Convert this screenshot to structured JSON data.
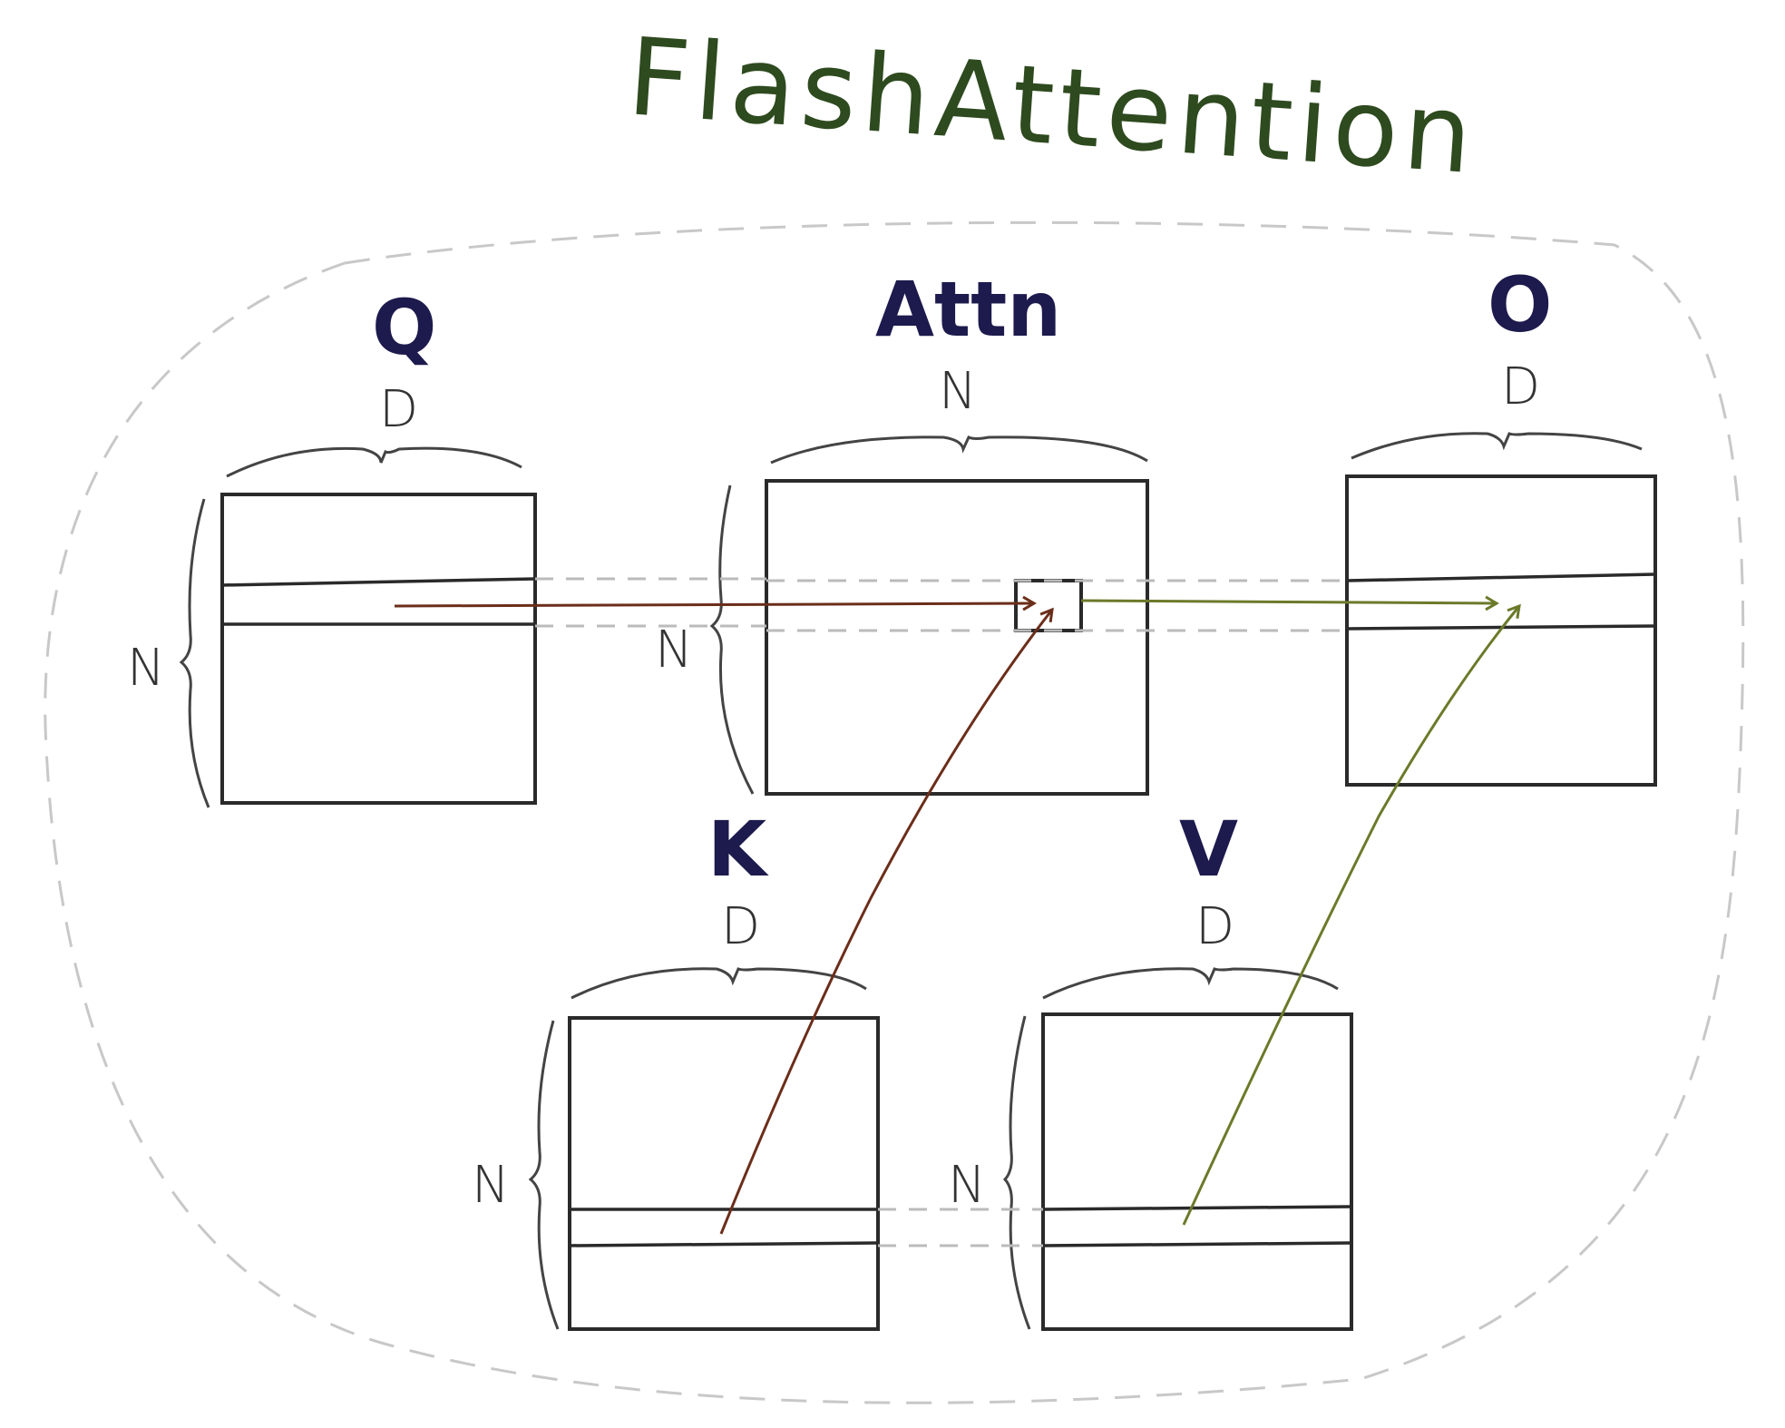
{
  "title": "FlashAttention",
  "colors": {
    "title": "#2e4a1f",
    "matrix_label": "#1d1a4d",
    "qk_arrow": "#6b2e1a",
    "v_arrow": "#6b7a2a",
    "outline": "#c8c8c8"
  },
  "matrices": {
    "q": {
      "label": "Q",
      "width_dim": "D",
      "height_dim": "N"
    },
    "attn": {
      "label": "Attn",
      "width_dim": "N",
      "height_dim": "N"
    },
    "o": {
      "label": "O",
      "width_dim": "D",
      "height_dim": ""
    },
    "k": {
      "label": "K",
      "width_dim": "D",
      "height_dim": "N"
    },
    "v": {
      "label": "V",
      "width_dim": "D",
      "height_dim": "N"
    }
  },
  "arrows": [
    {
      "from": "Q row",
      "to": "Attn block",
      "color": "brown"
    },
    {
      "from": "K row",
      "to": "Attn block",
      "color": "brown"
    },
    {
      "from": "Attn block",
      "to": "O row",
      "color": "olive"
    },
    {
      "from": "V row",
      "to": "O row",
      "color": "olive"
    }
  ]
}
